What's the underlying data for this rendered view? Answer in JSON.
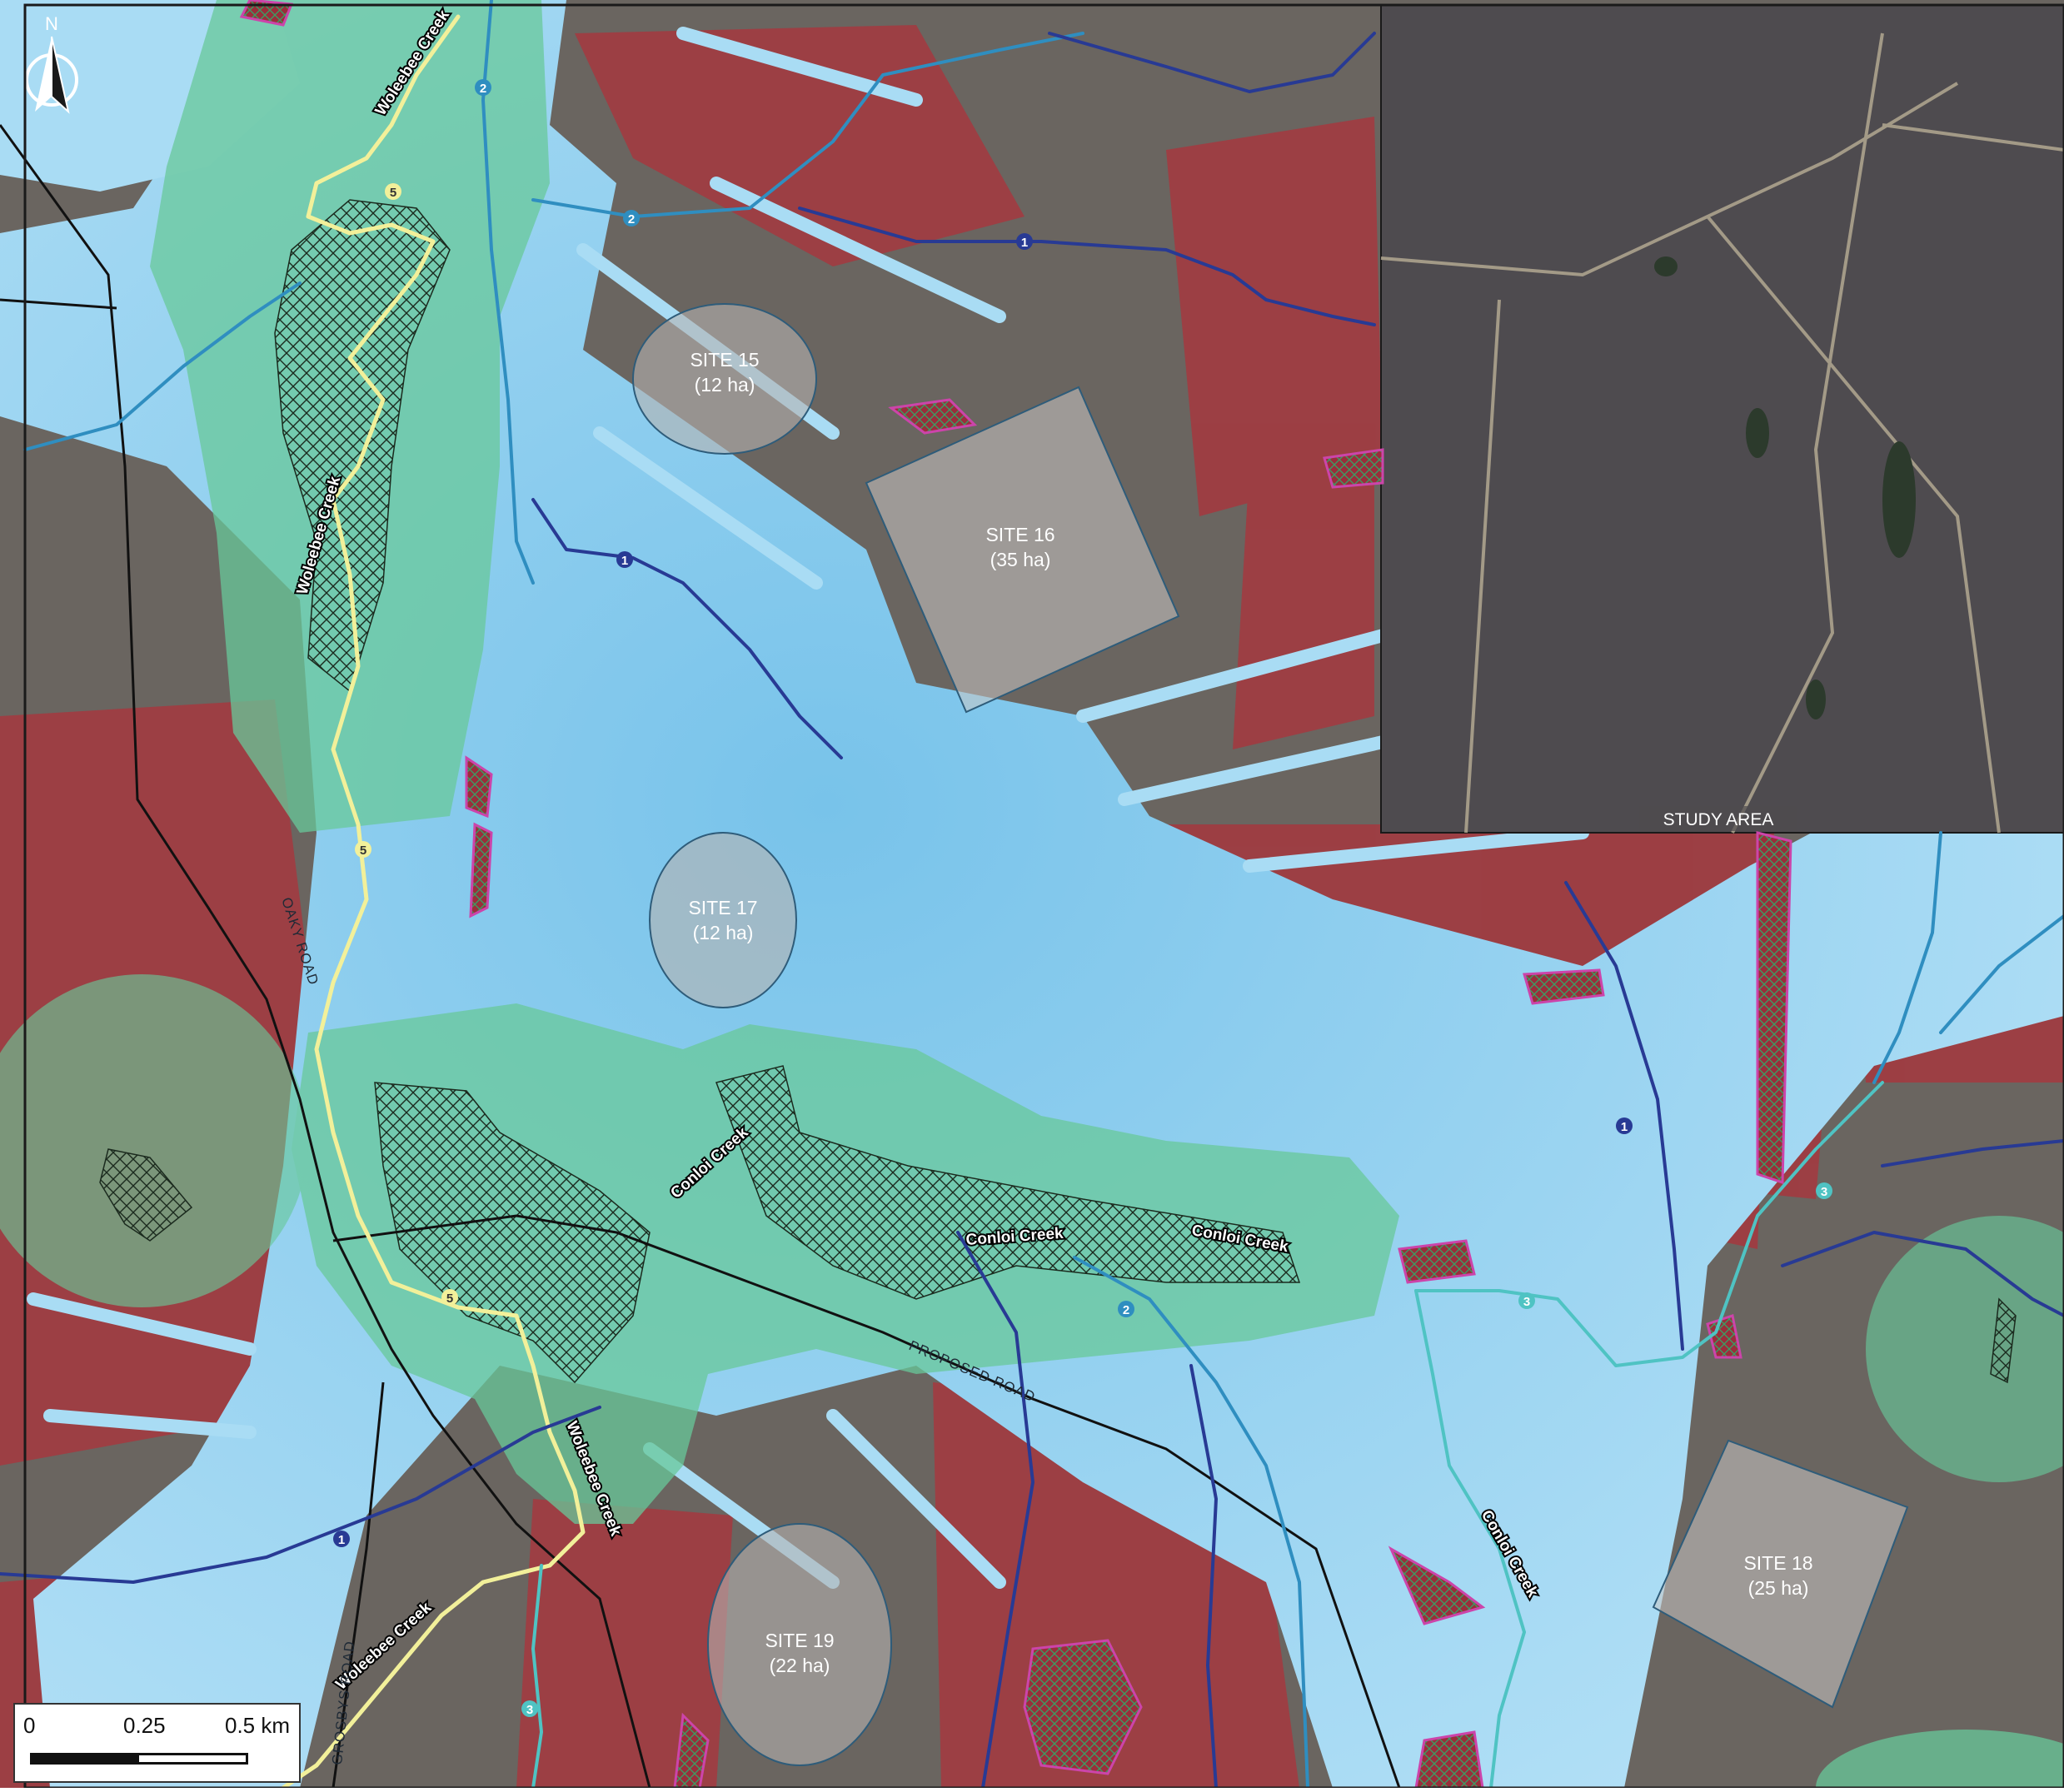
{
  "map": {
    "north_label": "N",
    "inset_label": "STUDY AREA",
    "sites": [
      {
        "name": "SITE 15",
        "area": "(12 ha)"
      },
      {
        "name": "SITE 16",
        "area": "(35 ha)"
      },
      {
        "name": "SITE 17",
        "area": "(12 ha)"
      },
      {
        "name": "SITE 18",
        "area": "(25 ha)"
      },
      {
        "name": "SITE 19",
        "area": "(22 ha)"
      }
    ],
    "creek_labels": [
      "Woleebee Creek",
      "Woleebee Creek",
      "Woleebee Creek",
      "Woleebee Creek",
      "Conloi Creek",
      "Conloi Creek",
      "Conloi Creek",
      "Conloi Creek"
    ],
    "road_labels": [
      "PROPOSED ROAD",
      "OAKY ROAD",
      "GROSBYS ROAD"
    ],
    "stream_order_labels": [
      "1",
      "2",
      "3",
      "5"
    ],
    "scale_bar": {
      "ticks": [
        "0",
        "0.25",
        "0.5 km"
      ]
    },
    "colors": {
      "floodplain": "#9fd6f2",
      "terrain": "#6a6560",
      "vegetation_red": "#a5383f",
      "buffer_green": "#69c89a",
      "stream_order_1": "#283a94",
      "stream_order_2": "#2f8ec0",
      "stream_order_3": "#4fc3c3",
      "stream_order_5": "#f2f09a",
      "wetland_outline": "#cc44aa"
    }
  }
}
